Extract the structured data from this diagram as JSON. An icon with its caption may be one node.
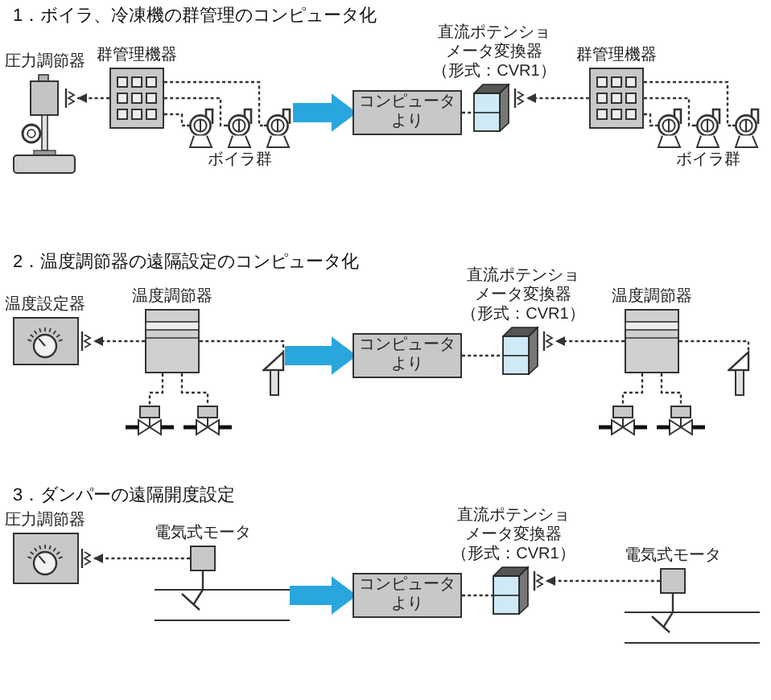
{
  "diagram": {
    "nodes": [
      {
        "text": [
          "圧力調節器"
        ]
      },
      {
        "text": [
          "群管理機器"
        ]
      },
      {
        "text": [],
        "shape": "picture"
      },
      {
        "text": [],
        "shape": "picture"
      },
      {
        "text": [],
        "shape": "picture"
      },
      {
        "text": [
          "コンピュータより"
        ]
      },
      {
        "text": [
          "直流ポテンショメータ変換器（形式：CVR1）"
        ]
      },
      {
        "text": [
          "群管理機器"
        ]
      },
      {
        "text": [],
        "shape": "picture"
      },
      {
        "text": [],
        "shape": "picture"
      },
      {
        "text": [],
        "shape": "picture"
      },
      {
        "text": [
          "温度設定器"
        ]
      },
      {
        "text": [
          "温度調節器"
        ]
      },
      {
        "text": [],
        "shape": "picture"
      },
      {
        "text": [],
        "shape": "picture"
      },
      {
        "text": [],
        "shape": "picture"
      },
      {
        "text": [
          "コンピュータより"
        ]
      },
      {
        "text": [
          "直流ポテンショメータ変換器（形式：CVR1）"
        ]
      },
      {
        "text": [
          "温度調節器"
        ]
      },
      {
        "text": [],
        "shape": "picture"
      },
      {
        "text": [],
        "shape": "picture"
      },
      {
        "text": [],
        "shape": "picture"
      },
      {
        "text": [
          "圧力調節器"
        ]
      },
      {
        "text": [
          "電気式モータ"
        ]
      },
      {
        "text": [],
        "shape": "picture"
      },
      {
        "text": [
          "コンピュータより"
        ]
      },
      {
        "text": [
          "直流ポテンショメータ変換器（形式：CVR1）"
        ]
      },
      {
        "text": [
          "電気式モータ"
        ]
      },
      {
        "text": [],
        "shape": "picture"
      }
    ],
    "edges": [
      {
        "from": 1,
        "to": 0,
        "arrow": "to",
        "style": "dashed"
      },
      {
        "from": 1,
        "to": 2,
        "arrow": "none",
        "style": "dashed"
      },
      {
        "from": 1,
        "to": 3,
        "arrow": "none",
        "style": "dashed"
      },
      {
        "from": 1,
        "to": 4,
        "arrow": "none",
        "style": "dashed"
      },
      {
        "from": 5,
        "to": 6,
        "arrow": "none",
        "style": "dashed"
      },
      {
        "from": 7,
        "to": 6,
        "arrow": "to",
        "style": "dashed"
      },
      {
        "from": 7,
        "to": 8,
        "arrow": "none",
        "style": "dashed"
      },
      {
        "from": 7,
        "to": 9,
        "arrow": "none",
        "style": "dashed"
      },
      {
        "from": 7,
        "to": 10,
        "arrow": "none",
        "style": "dashed"
      },
      {
        "from": 12,
        "to": 11,
        "arrow": "to",
        "style": "dashed"
      },
      {
        "from": 12,
        "to": 13,
        "arrow": "none",
        "style": "dashed"
      },
      {
        "from": 12,
        "to": 14,
        "arrow": "none",
        "style": "dashed"
      },
      {
        "from": 12,
        "to": 15,
        "arrow": "none",
        "style": "dashed"
      },
      {
        "from": 16,
        "to": 17,
        "arrow": "none",
        "style": "dashed"
      },
      {
        "from": 18,
        "to": 17,
        "arrow": "to",
        "style": "dashed"
      },
      {
        "from": 18,
        "to": 19,
        "arrow": "none",
        "style": "dashed"
      },
      {
        "from": 18,
        "to": 20,
        "arrow": "none",
        "style": "dashed"
      },
      {
        "from": 18,
        "to": 21,
        "arrow": "none",
        "style": "dashed"
      },
      {
        "from": 23,
        "to": 22,
        "arrow": "to",
        "style": "dashed"
      },
      {
        "from": 23,
        "to": 24,
        "arrow": "none"
      },
      {
        "from": 25,
        "to": 26,
        "arrow": "none",
        "style": "dashed"
      },
      {
        "from": 27,
        "to": 26,
        "arrow": "to",
        "style": "dashed"
      },
      {
        "from": 27,
        "to": 28,
        "arrow": "none"
      },
      {
        "from": 4,
        "to": 5,
        "arrow": "to",
        "style": "thick",
        "color": "#2aa6de"
      },
      {
        "from": 13,
        "to": 16,
        "arrow": "to",
        "style": "thick",
        "color": "#2aa6de"
      },
      {
        "from": 24,
        "to": 25,
        "arrow": "to",
        "style": "thick",
        "color": "#2aa6de"
      }
    ],
    "labels": [
      "1．ボイラ、冷凍機の群管理のコンピュータ化",
      "ボイラ群",
      "ボイラ群",
      "2．温度調節器の遠隔設定のコンピュータ化",
      "3．ダンパーの遠隔開度設定"
    ]
  }
}
